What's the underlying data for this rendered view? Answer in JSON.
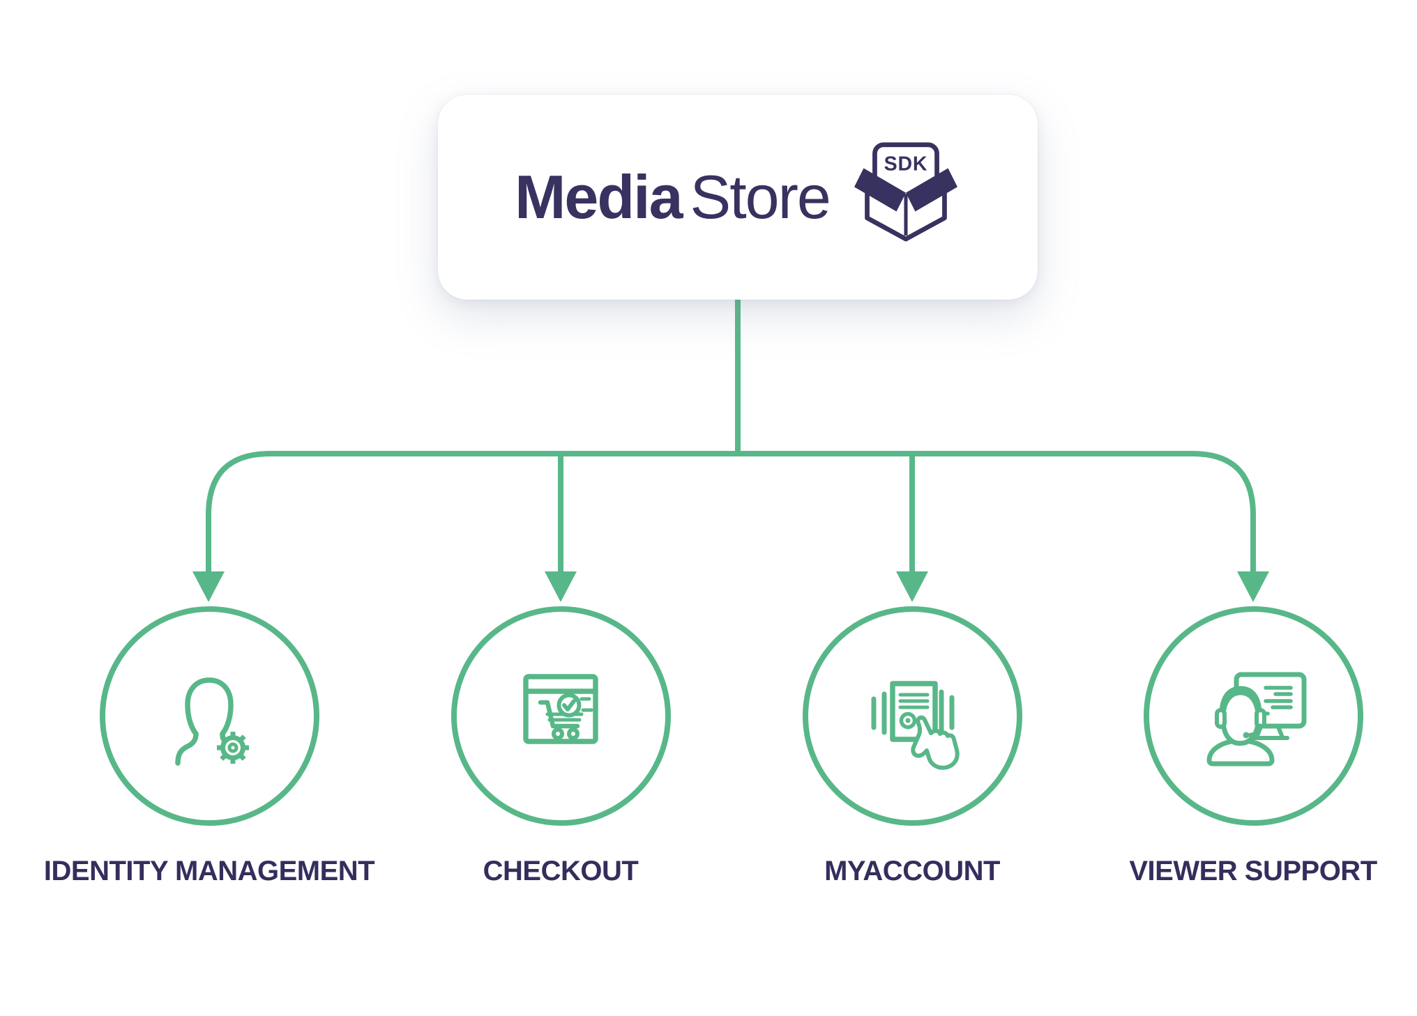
{
  "brand": {
    "name_bold": "Media",
    "name_light": "Store",
    "sdk_label": "SDK"
  },
  "nodes": [
    {
      "label": "IDENTITY MANAGEMENT",
      "icon": "user-gear-icon"
    },
    {
      "label": "CHECKOUT",
      "icon": "browser-cart-icon"
    },
    {
      "label": "MYACCOUNT",
      "icon": "card-tap-hand-icon"
    },
    {
      "label": "VIEWER SUPPORT",
      "icon": "support-agent-monitor-icon"
    }
  ],
  "colors": {
    "accent_green": "#58b788",
    "brand_navy": "#37325f",
    "label_navy": "#332e5c",
    "card_background": "#ffffff"
  }
}
